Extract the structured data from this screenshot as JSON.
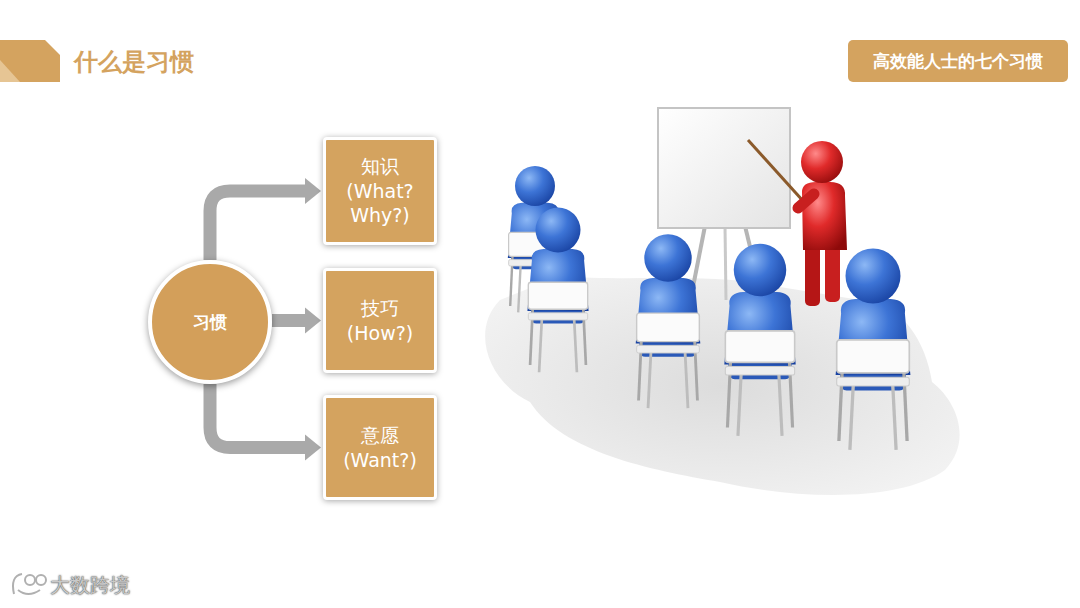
{
  "diagram": {
    "title": "什么是习惯",
    "nodes": [
      {
        "text": [
          "高效能人士的七个习惯"
        ]
      },
      {
        "text": [
          "习惯"
        ]
      },
      {
        "text": [
          "知识",
          "(What? Why?)"
        ]
      },
      {
        "text": [
          "技巧",
          "(How?)"
        ]
      },
      {
        "text": [
          "意愿",
          "(Want?)"
        ]
      }
    ],
    "edges": [
      {
        "from": 1,
        "to": 2,
        "arrow": "to"
      },
      {
        "from": 1,
        "to": 3,
        "arrow": "to"
      },
      {
        "from": 1,
        "to": 4,
        "arrow": "to"
      }
    ],
    "labels": [
      "大数跨境"
    ]
  }
}
